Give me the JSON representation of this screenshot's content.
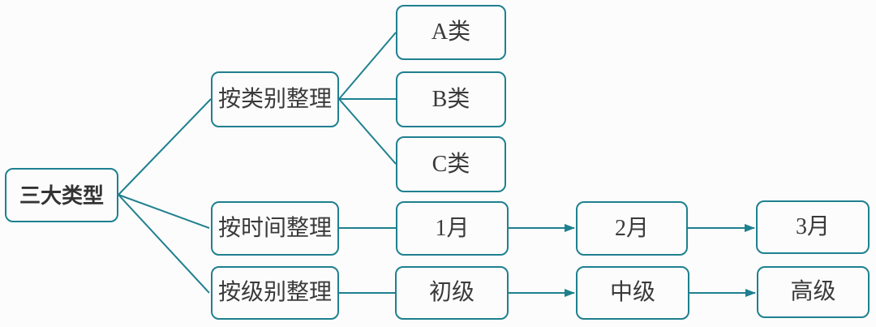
{
  "diagram": {
    "title": "types-mindmap",
    "root": {
      "label": "三大类型"
    },
    "branches": [
      {
        "label": "按类别整理",
        "children": [
          "A类",
          "B类",
          "C类"
        ],
        "child_link_style": "plain-line"
      },
      {
        "label": "按时间整理",
        "children": [
          "1月",
          "2月",
          "3月"
        ],
        "child_link_style": "sequence-arrows"
      },
      {
        "label": "按级别整理",
        "children": [
          "初级",
          "中级",
          "高级"
        ],
        "child_link_style": "sequence-arrows"
      }
    ],
    "colors": {
      "border": "#1f808f",
      "line": "#1f808f",
      "arrowhead": "#1f808f",
      "text": "#3a3a3a",
      "background": "#fcfcfc"
    }
  }
}
